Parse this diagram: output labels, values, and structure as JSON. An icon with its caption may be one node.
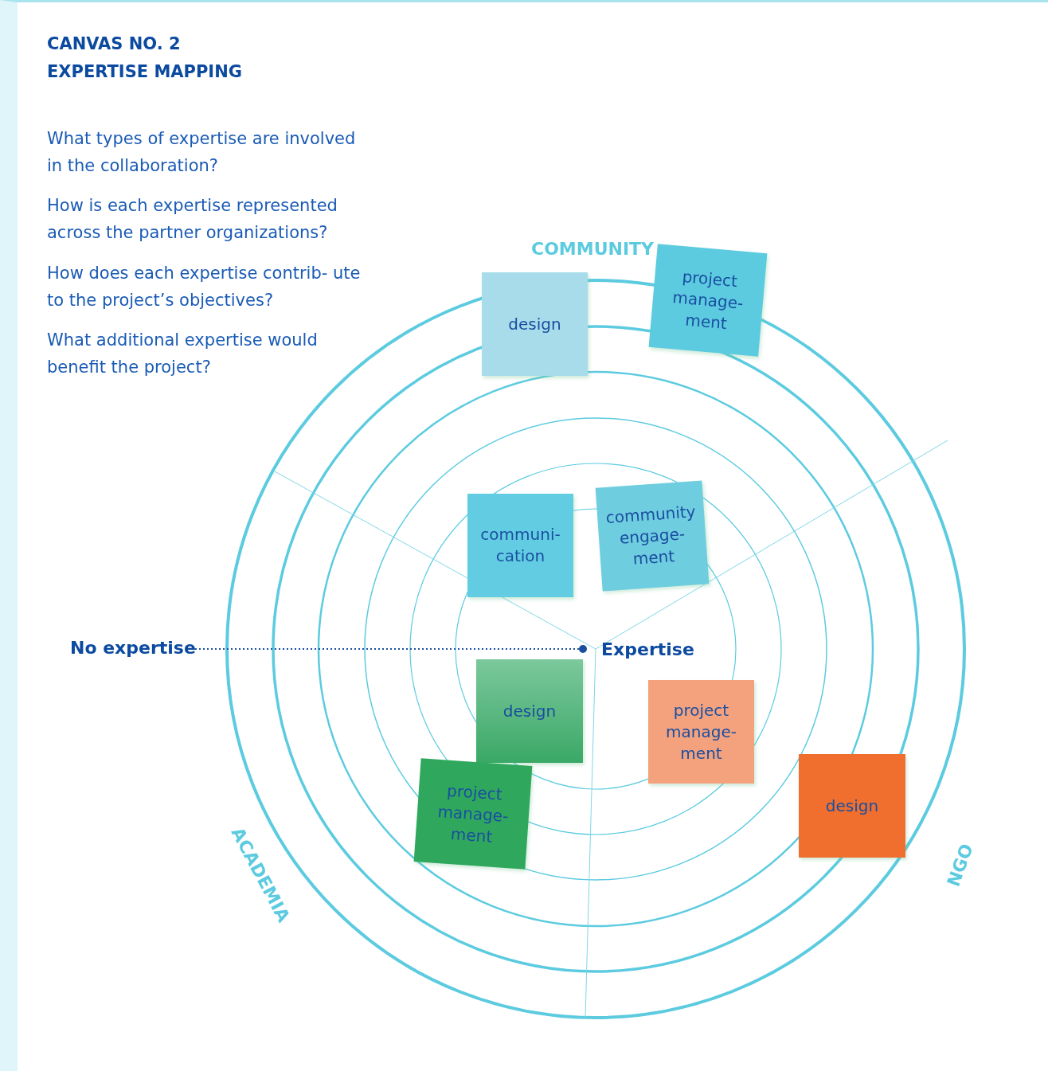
{
  "diagram": {
    "title": "CANVAS NO. 2 EXPERTISE MAPPING",
    "nodes": [
      {
        "text": [
          "design"
        ]
      },
      {
        "text": [
          "project manage- ment"
        ]
      },
      {
        "text": [
          "communi- cation"
        ]
      },
      {
        "text": [
          "community engage- ment"
        ]
      },
      {
        "text": [
          "design"
        ]
      },
      {
        "text": [
          "project manage- ment"
        ]
      },
      {
        "text": [
          "project manage- ment"
        ]
      },
      {
        "text": [
          "design"
        ]
      }
    ],
    "labels": [
      "What types of expertise are involved in the collaboration?",
      "How is each expertise represented across the partner organizations?",
      "How does each expertise contrib- ute to the project’s objectives?",
      "What additional expertise would benefit the project?",
      "COMMUNITY",
      "No expertise",
      "Expertise",
      "ACADEMIA",
      "NGO"
    ]
  }
}
